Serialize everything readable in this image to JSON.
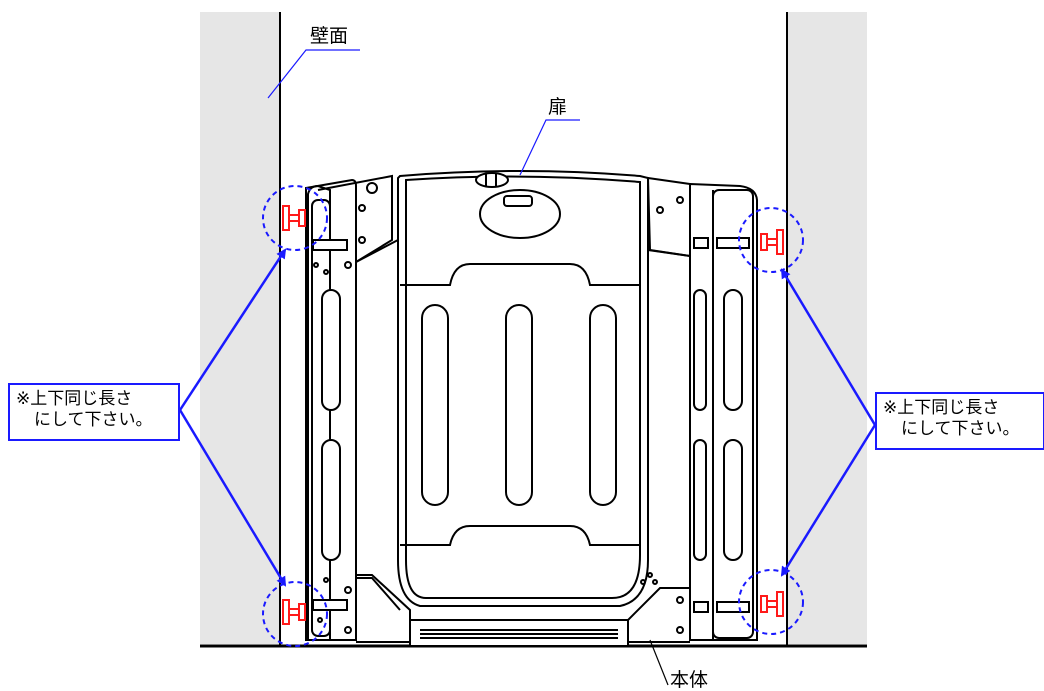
{
  "labels": {
    "wall": "壁面",
    "door": "扉",
    "body": "本体"
  },
  "notes": {
    "left": {
      "line1": "※上下同じ長さ",
      "line2": "にして下さい。"
    },
    "right": {
      "line1": "※上下同じ長さ",
      "line2": "にして下さい。"
    }
  },
  "colors": {
    "wall_fill": "#e6e6e6",
    "line": "#000000",
    "arrow": "#1a1aff",
    "adjuster": "#ff1a1a",
    "highlight_circle": "#1a1aff"
  }
}
